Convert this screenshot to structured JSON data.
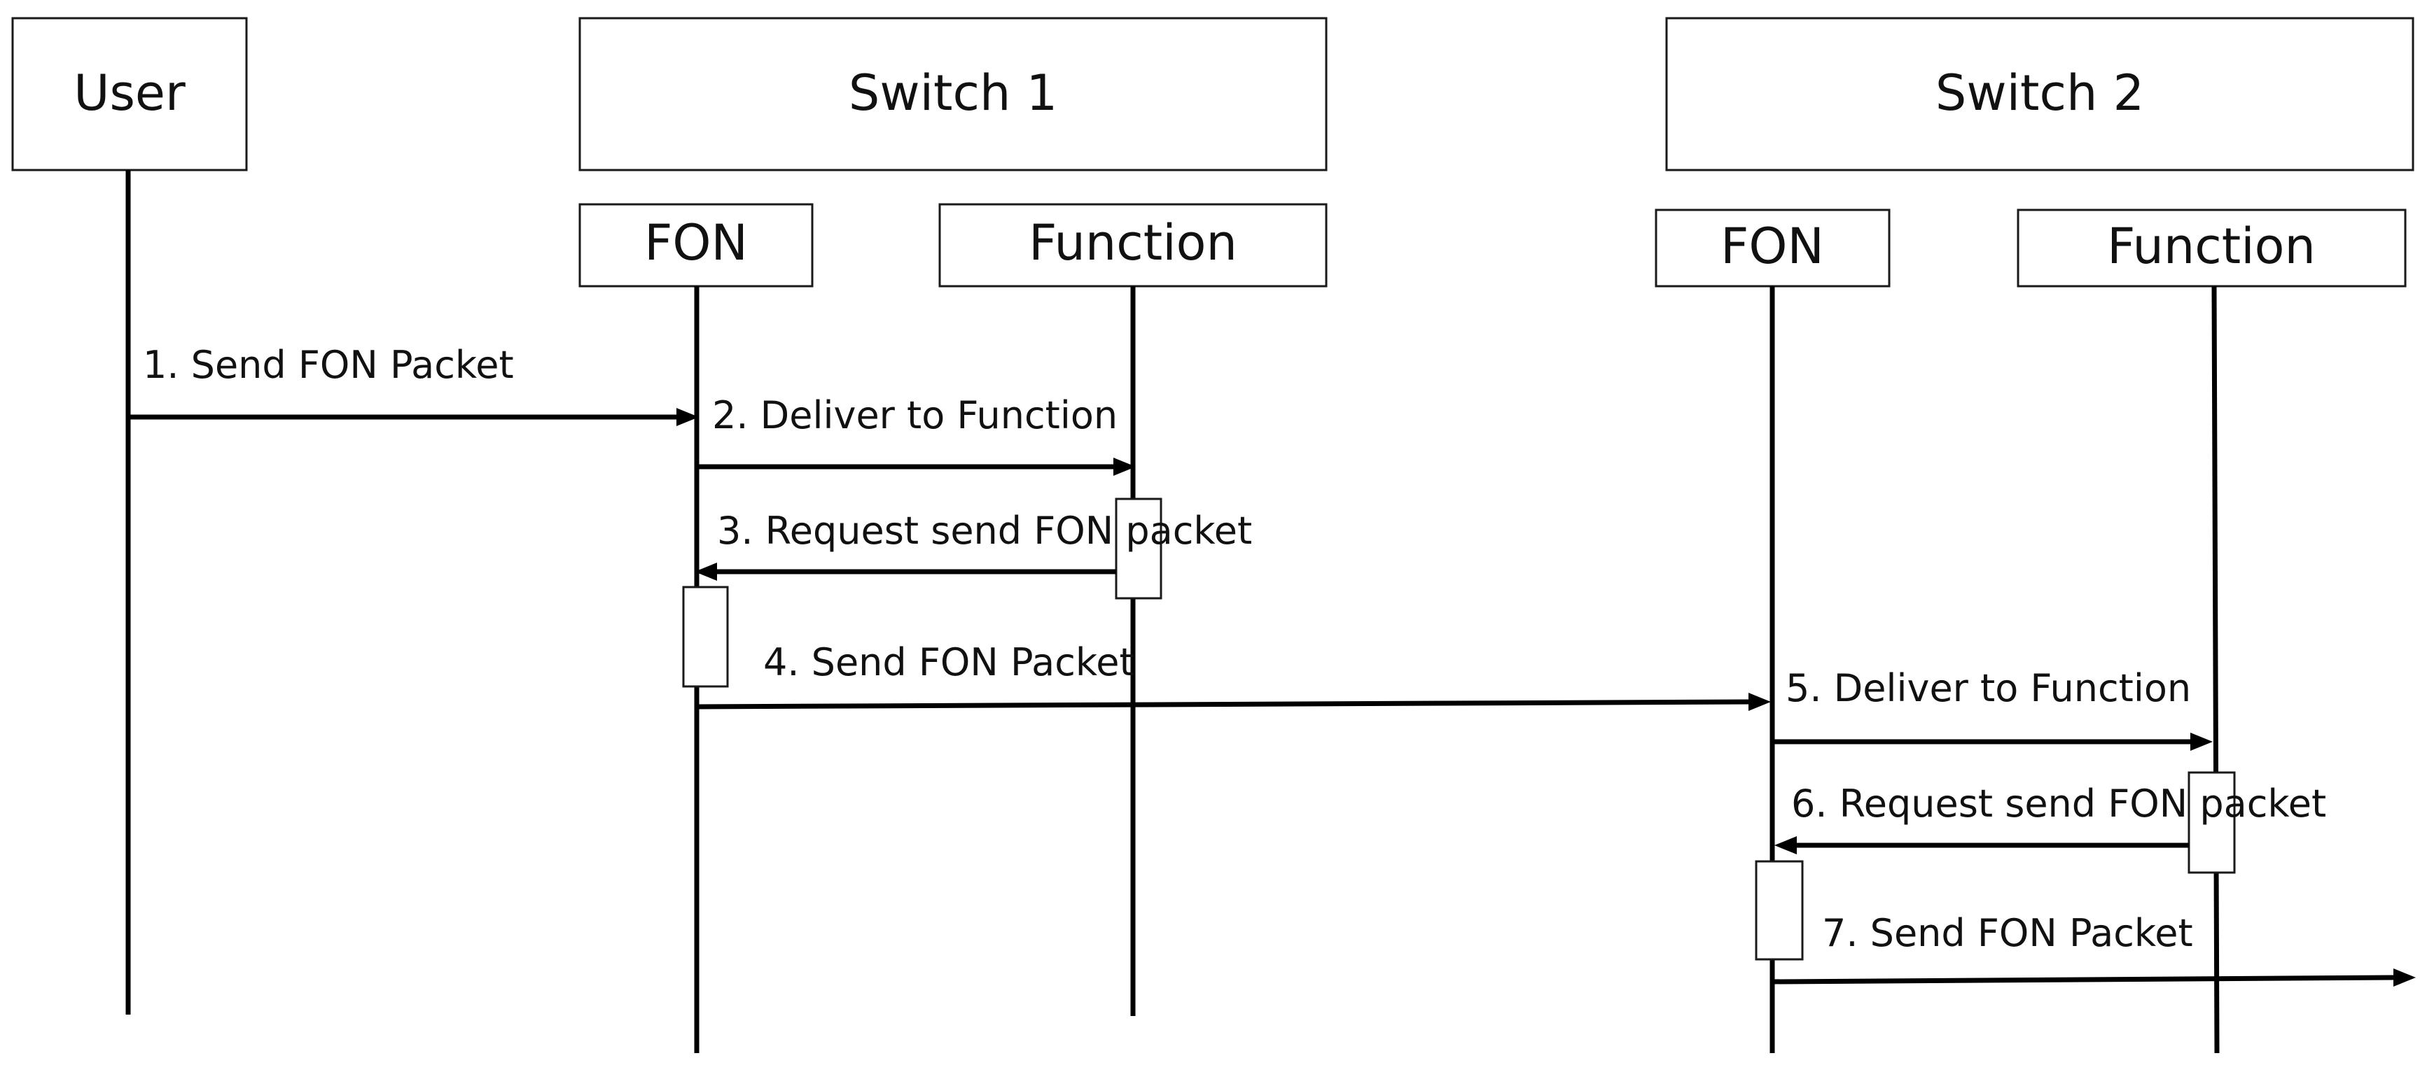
{
  "participants": {
    "user": "User",
    "switch1": "Switch 1",
    "switch2": "Switch 2",
    "switch1_fon": "FON",
    "switch1_function": "Function",
    "switch2_fon": "FON",
    "switch2_function": "Function"
  },
  "messages": [
    {
      "step": 1,
      "text": "1. Send FON Packet",
      "from": "User",
      "to": "Switch 1 FON"
    },
    {
      "step": 2,
      "text": "2. Deliver to Function",
      "from": "Switch 1 FON",
      "to": "Switch 1 Function"
    },
    {
      "step": 3,
      "text": "3. Request send FON packet",
      "from": "Switch 1 Function",
      "to": "Switch 1 FON"
    },
    {
      "step": 4,
      "text": "4. Send FON Packet",
      "from": "Switch 1 FON",
      "to": "Switch 2 FON"
    },
    {
      "step": 5,
      "text": "5. Deliver to Function",
      "from": "Switch 2 FON",
      "to": "Switch 2 Function"
    },
    {
      "step": 6,
      "text": "6. Request send FON packet",
      "from": "Switch 2 Function",
      "to": "Switch 2 FON"
    },
    {
      "step": 7,
      "text": "7. Send FON Packet",
      "from": "Switch 2 FON",
      "to": ""
    }
  ]
}
